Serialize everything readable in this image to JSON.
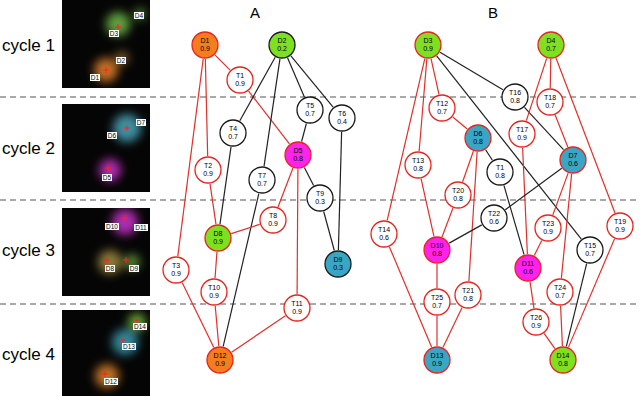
{
  "diagram": {
    "nodes": [
      {
        "text": [
          "D1",
          "0.9"
        ]
      },
      {
        "text": [
          "D2",
          "0.2"
        ]
      },
      {
        "text": [
          "T1",
          "0.9"
        ]
      },
      {
        "text": [
          "T5",
          "0.7"
        ]
      },
      {
        "text": [
          "T6",
          "0.4"
        ]
      },
      {
        "text": [
          "T4",
          "0.7"
        ]
      },
      {
        "text": [
          "D5",
          "0.8"
        ]
      },
      {
        "text": [
          "T2",
          "0.9"
        ]
      },
      {
        "text": [
          "T7",
          "0.7"
        ]
      },
      {
        "text": [
          "T9",
          "0.3"
        ]
      },
      {
        "text": [
          "T8",
          "0.9"
        ]
      },
      {
        "text": [
          "D8",
          "0.9"
        ]
      },
      {
        "text": [
          "D9",
          "0.3"
        ]
      },
      {
        "text": [
          "T3",
          "0.9"
        ]
      },
      {
        "text": [
          "T10",
          "0.9"
        ]
      },
      {
        "text": [
          "T11",
          "0.9"
        ]
      },
      {
        "text": [
          "D12",
          "0.9"
        ]
      },
      {
        "text": [
          "D3",
          "0.9"
        ]
      },
      {
        "text": [
          "D4",
          "0.7"
        ]
      },
      {
        "text": [
          "T16",
          "0.8"
        ]
      },
      {
        "text": [
          "T18",
          "0.7"
        ]
      },
      {
        "text": [
          "T12",
          "0.7"
        ]
      },
      {
        "text": [
          "T17",
          "0.9"
        ]
      },
      {
        "text": [
          "D6",
          "0.8"
        ]
      },
      {
        "text": [
          "T13",
          "0.8"
        ]
      },
      {
        "text": [
          "T1",
          "0.8"
        ]
      },
      {
        "text": [
          "D7",
          "0.6"
        ]
      },
      {
        "text": [
          "T20",
          "0.8"
        ]
      },
      {
        "text": [
          "T22",
          "0.6"
        ]
      },
      {
        "text": [
          "T19",
          "0.9"
        ]
      },
      {
        "text": [
          "T14",
          "0.6"
        ]
      },
      {
        "text": [
          "T23",
          "0.9"
        ]
      },
      {
        "text": [
          "D10",
          "0.8"
        ]
      },
      {
        "text": [
          "T15",
          "0.7"
        ]
      },
      {
        "text": [
          "D11",
          "0.6"
        ]
      },
      {
        "text": [
          "T24",
          "0.7"
        ]
      },
      {
        "text": [
          "T21",
          "0.8"
        ]
      },
      {
        "text": [
          "T25",
          "0.7"
        ]
      },
      {
        "text": [
          "T26",
          "0.9"
        ]
      },
      {
        "text": [
          "D13",
          "0.9"
        ]
      },
      {
        "text": [
          "D14",
          "0.8"
        ]
      }
    ],
    "edges": [
      {
        "from": 0,
        "to": 2,
        "arrow": "none"
      },
      {
        "from": 2,
        "to": 6,
        "arrow": "none"
      },
      {
        "from": 0,
        "to": 7,
        "arrow": "none"
      },
      {
        "from": 7,
        "to": 11,
        "arrow": "none"
      },
      {
        "from": 0,
        "to": 13,
        "arrow": "none"
      },
      {
        "from": 13,
        "to": 16,
        "arrow": "none"
      },
      {
        "from": 1,
        "to": 5,
        "arrow": "none"
      },
      {
        "from": 5,
        "to": 11,
        "arrow": "none"
      },
      {
        "from": 1,
        "to": 3,
        "arrow": "none"
      },
      {
        "from": 3,
        "to": 6,
        "arrow": "none"
      },
      {
        "from": 1,
        "to": 4,
        "arrow": "none"
      },
      {
        "from": 4,
        "to": 12,
        "arrow": "none"
      },
      {
        "from": 1,
        "to": 8,
        "arrow": "none"
      },
      {
        "from": 8,
        "to": 16,
        "arrow": "none"
      },
      {
        "from": 6,
        "to": 10,
        "arrow": "none"
      },
      {
        "from": 10,
        "to": 11,
        "arrow": "none"
      },
      {
        "from": 6,
        "to": 9,
        "arrow": "none"
      },
      {
        "from": 9,
        "to": 12,
        "arrow": "none"
      },
      {
        "from": 6,
        "to": 15,
        "arrow": "none"
      },
      {
        "from": 15,
        "to": 16,
        "arrow": "none"
      },
      {
        "from": 11,
        "to": 14,
        "arrow": "none"
      },
      {
        "from": 14,
        "to": 16,
        "arrow": "none"
      },
      {
        "from": 17,
        "to": 19,
        "arrow": "none"
      },
      {
        "from": 19,
        "to": 26,
        "arrow": "none"
      },
      {
        "from": 17,
        "to": 21,
        "arrow": "none"
      },
      {
        "from": 21,
        "to": 23,
        "arrow": "none"
      },
      {
        "from": 17,
        "to": 24,
        "arrow": "none"
      },
      {
        "from": 24,
        "to": 32,
        "arrow": "none"
      },
      {
        "from": 17,
        "to": 30,
        "arrow": "none"
      },
      {
        "from": 30,
        "to": 39,
        "arrow": "none"
      },
      {
        "from": 17,
        "to": 33,
        "arrow": "none"
      },
      {
        "from": 33,
        "to": 40,
        "arrow": "none"
      },
      {
        "from": 18,
        "to": 20,
        "arrow": "none"
      },
      {
        "from": 20,
        "to": 26,
        "arrow": "none"
      },
      {
        "from": 18,
        "to": 22,
        "arrow": "none"
      },
      {
        "from": 22,
        "to": 34,
        "arrow": "none"
      },
      {
        "from": 18,
        "to": 29,
        "arrow": "none"
      },
      {
        "from": 29,
        "to": 40,
        "arrow": "none"
      },
      {
        "from": 23,
        "to": 25,
        "arrow": "none"
      },
      {
        "from": 25,
        "to": 34,
        "arrow": "none"
      },
      {
        "from": 23,
        "to": 27,
        "arrow": "none"
      },
      {
        "from": 27,
        "to": 32,
        "arrow": "none"
      },
      {
        "from": 23,
        "to": 36,
        "arrow": "none"
      },
      {
        "from": 36,
        "to": 39,
        "arrow": "none"
      },
      {
        "from": 26,
        "to": 28,
        "arrow": "none"
      },
      {
        "from": 28,
        "to": 32,
        "arrow": "none"
      },
      {
        "from": 26,
        "to": 31,
        "arrow": "none"
      },
      {
        "from": 31,
        "to": 34,
        "arrow": "none"
      },
      {
        "from": 26,
        "to": 35,
        "arrow": "none"
      },
      {
        "from": 35,
        "to": 40,
        "arrow": "none"
      },
      {
        "from": 32,
        "to": 37,
        "arrow": "none"
      },
      {
        "from": 37,
        "to": 39,
        "arrow": "none"
      },
      {
        "from": 34,
        "to": 38,
        "arrow": "none"
      },
      {
        "from": 38,
        "to": 40,
        "arrow": "none"
      }
    ],
    "labels": [
      "A",
      "B",
      "cycle 1",
      "cycle 2",
      "cycle 3",
      "cycle 4",
      "D4",
      "D3",
      "D2",
      "D1",
      "D7",
      "D6",
      "D5",
      "D10",
      "D11",
      "D8",
      "D9",
      "D14",
      "D13",
      "D12"
    ]
  }
}
